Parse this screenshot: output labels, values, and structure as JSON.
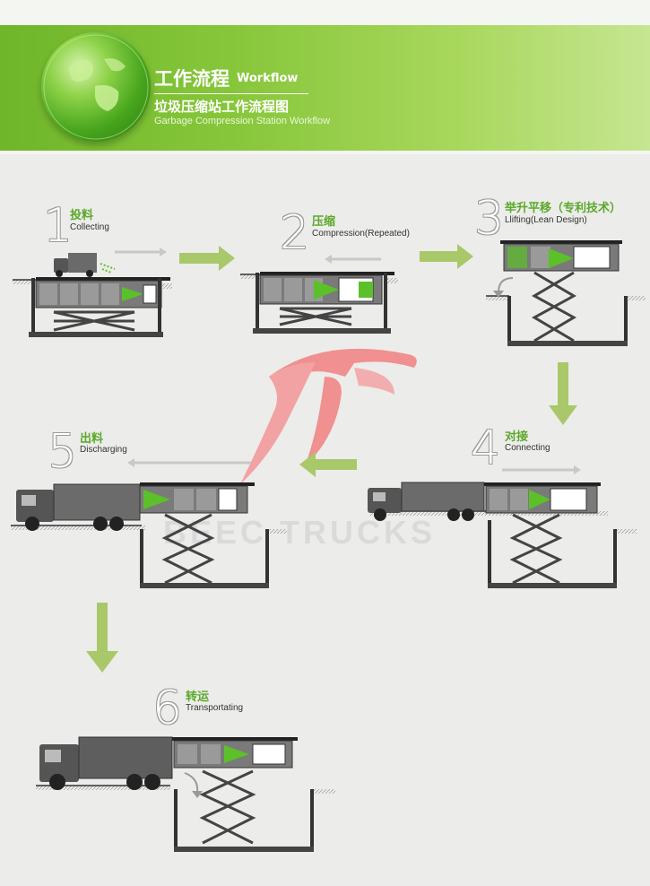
{
  "header": {
    "title_cn": "工作流程",
    "title_en": "Workflow",
    "subtitle_cn": "垃圾压缩站工作流程图",
    "subtitle_en": "Garbage Compression Station Workflow"
  },
  "steps": [
    {
      "num": "1",
      "cn": "投料",
      "en": "Collecting"
    },
    {
      "num": "2",
      "cn": "压缩",
      "en": "Compression(Repeated)"
    },
    {
      "num": "3",
      "cn": "举升平移（专利技术）",
      "en": "Llifting(Lean Design)"
    },
    {
      "num": "4",
      "cn": "对接",
      "en": "Connecting"
    },
    {
      "num": "5",
      "cn": "出料",
      "en": "Discharging"
    },
    {
      "num": "6",
      "cn": "转运",
      "en": "Transportating"
    }
  ],
  "watermark": "BEEC TRUCKS",
  "colors": {
    "brand_green": "#5ba82a",
    "arrow_green": "#a9c86a",
    "arrow_gray": "#bdbdbd",
    "logo_red": "#f27272"
  }
}
